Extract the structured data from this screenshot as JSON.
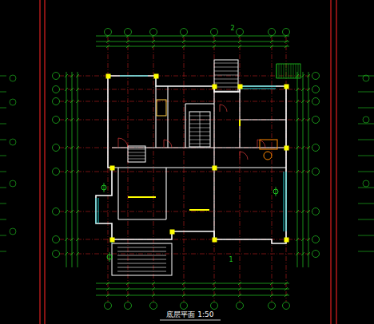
{
  "diagram": {
    "caption": "底层平面 1:50",
    "labels": [
      "2",
      "1"
    ]
  }
}
